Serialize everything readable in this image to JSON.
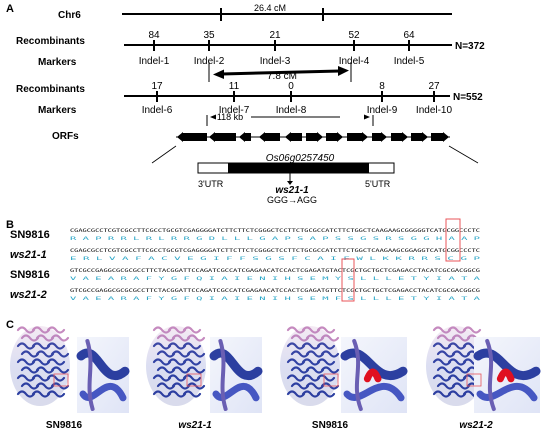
{
  "panels": {
    "a": "A",
    "b": "B",
    "c": "C"
  },
  "map": {
    "chr": "Chr6",
    "distance1": "26.4 cM",
    "recombinants_label": "Recombinants",
    "markers_label": "Markers",
    "n1": "N=372",
    "n2": "N=552",
    "counts1": [
      "84",
      "35",
      "21",
      "52",
      "64"
    ],
    "markers1": [
      "Indel-1",
      "Indel-2",
      "Indel-3",
      "Indel-4",
      "Indel-5"
    ],
    "interval_cm": "7.8 cM",
    "counts2": [
      "17",
      "11",
      "0",
      "8",
      "27"
    ],
    "markers2": [
      "Indel-6",
      "Indel-7",
      "Indel-8",
      "Indel-9",
      "Indel-10"
    ],
    "kb": "118 kb",
    "orfs_label": "ORFs",
    "gene": "Os06g0257450",
    "utr3": "3'UTR",
    "utr5": "5'UTR",
    "mutant1": "ws21-1",
    "mutation1": "GGG→AGG"
  },
  "alignment": {
    "rows": [
      {
        "name": "SN9816",
        "seq": "CGAGCGCCTCGTCGCCTTCGCCTGCGTCGAGGGGATCTTCTTCTCGGGCTCCTTCTGCGCCATCTTCTGGCTCAAGAAGCGGGGGTCATGCGGCCCTC",
        "aa": "R A P R R L R L R R G D L L L G A P S A P S S G S R S G G H A A P"
      },
      {
        "name": "ws21-1",
        "seq": "CGAGCGCCTCGTCGCCTTCGCCTGCGTCGAGGGGATCTTCTTCTCGGGCTCCTTCTGCGCCATCTTCTGGCTCAAGAAGCGGAGGTCATGCGGCCCTC",
        "aa": "E R L V A F A C V E G I F F S G S F C A I F W L K K R R S C G P"
      },
      {
        "name": "SN9816",
        "seq": "GTCGCCGAGGCGCGCGCCTTCTACGGATTCCAGATCGCCATCGAGAACATCCACTCGAGATGTACTCGCTGCTGCTCGAGACCTACATCGCGACGGCG",
        "aa": "V A E A R A F Y G F Q I A I E N I H S E M Y S L L L E T Y I A T A"
      },
      {
        "name": "ws21-2",
        "seq": "GTCGCCGAGGCGCGCGCCTTCTACGGATTCCAGATCGCCATCGAGAACATCCACTCGAGATGTTCTCGCTGCTGCTCGAGACCTACATCGCGACGGCG",
        "aa": "V A E A R A F Y G F Q I A I E N I H S E M F S L L L E T Y I A T A"
      }
    ]
  },
  "structures": {
    "labels": [
      "SN9816",
      "ws21-1",
      "SN9816",
      "ws21-2"
    ]
  },
  "colors": {
    "highlight": "#e8545a",
    "aa": "#2aa6c7",
    "helix": "#2c3fa0",
    "mutant": "#e01020"
  }
}
